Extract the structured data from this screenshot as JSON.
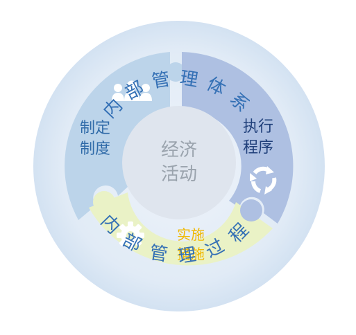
{
  "outer_ring": {
    "top_text": "内部管理体系",
    "bottom_text": "内部管理过程"
  },
  "center": {
    "line1": "经济",
    "line2": "活动"
  },
  "segments": [
    {
      "id": "left",
      "line1": "制定",
      "line2": "制度",
      "icon": "people-icon",
      "fill": "#bcd4ea",
      "text_color": "#2f6aa8"
    },
    {
      "id": "right",
      "line1": "执行",
      "line2": "程序",
      "icon": "refresh-icon",
      "fill": "#aec0e2",
      "text_color": "#1f3f7a"
    },
    {
      "id": "bottom",
      "line1": "实施",
      "line2": "措施",
      "icon": "gear-icon",
      "fill": "#eaf2c6",
      "text_color": "#f0b800"
    }
  ],
  "colors": {
    "outer_disc": "#e2ecf7",
    "center_disc": "#dfe5ee",
    "center_text": "#9aa3ad",
    "ring_text": "#3470b5",
    "icon_fill": "#ffffff"
  }
}
